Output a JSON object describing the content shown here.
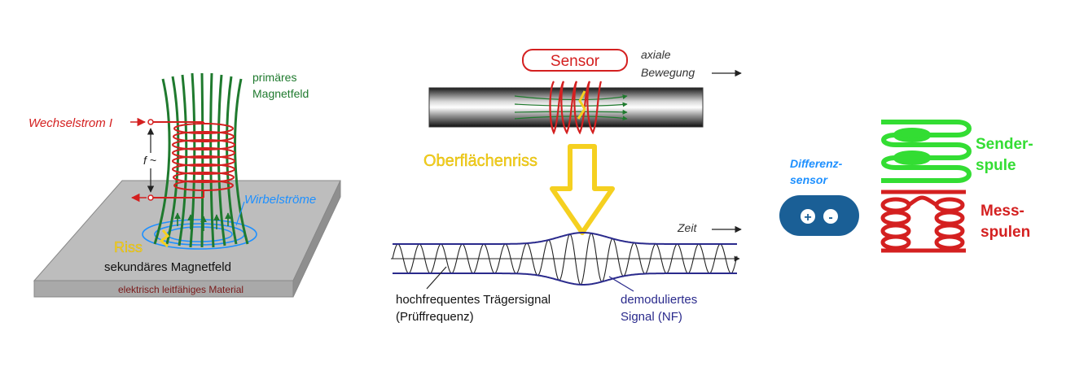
{
  "panel_left": {
    "label_current": "Wechselstrom I",
    "label_primary_line1": "primäres",
    "label_primary_line2": "Magnetfeld",
    "label_frequency": "f ~",
    "label_eddy": "Wirbelströme",
    "label_crack": "Riss",
    "label_secondary": "sekundäres Magnetfeld",
    "label_material": "elektrisch leitfähiges Material"
  },
  "panel_middle": {
    "label_sensor": "Sensor",
    "label_axial_line1": "axiale",
    "label_axial_line2": "Bewegung",
    "label_surface_crack": "Oberflächenriss",
    "label_time": "Zeit",
    "label_carrier_line1": "hochfrequentes Trägersignal",
    "label_carrier_line2": "(Prüffrequenz)",
    "label_demod_line1": "demoduliertes",
    "label_demod_line2": "Signal (NF)"
  },
  "panel_right": {
    "label_diff_line1": "Differenz-",
    "label_diff_line2": "sensor",
    "label_plus": "+",
    "label_minus": "-",
    "label_sender_line1": "Sender-",
    "label_sender_line2": "spule",
    "label_mess_line1": "Mess-",
    "label_mess_line2": "spulen"
  },
  "colors": {
    "green": "#1f7a2e",
    "red": "#d42020",
    "blue": "#1e90ff",
    "yellow": "#f5d020",
    "bright_green": "#33dd33",
    "navy": "#2a2a8c",
    "badge_blue": "#1a5f96"
  }
}
